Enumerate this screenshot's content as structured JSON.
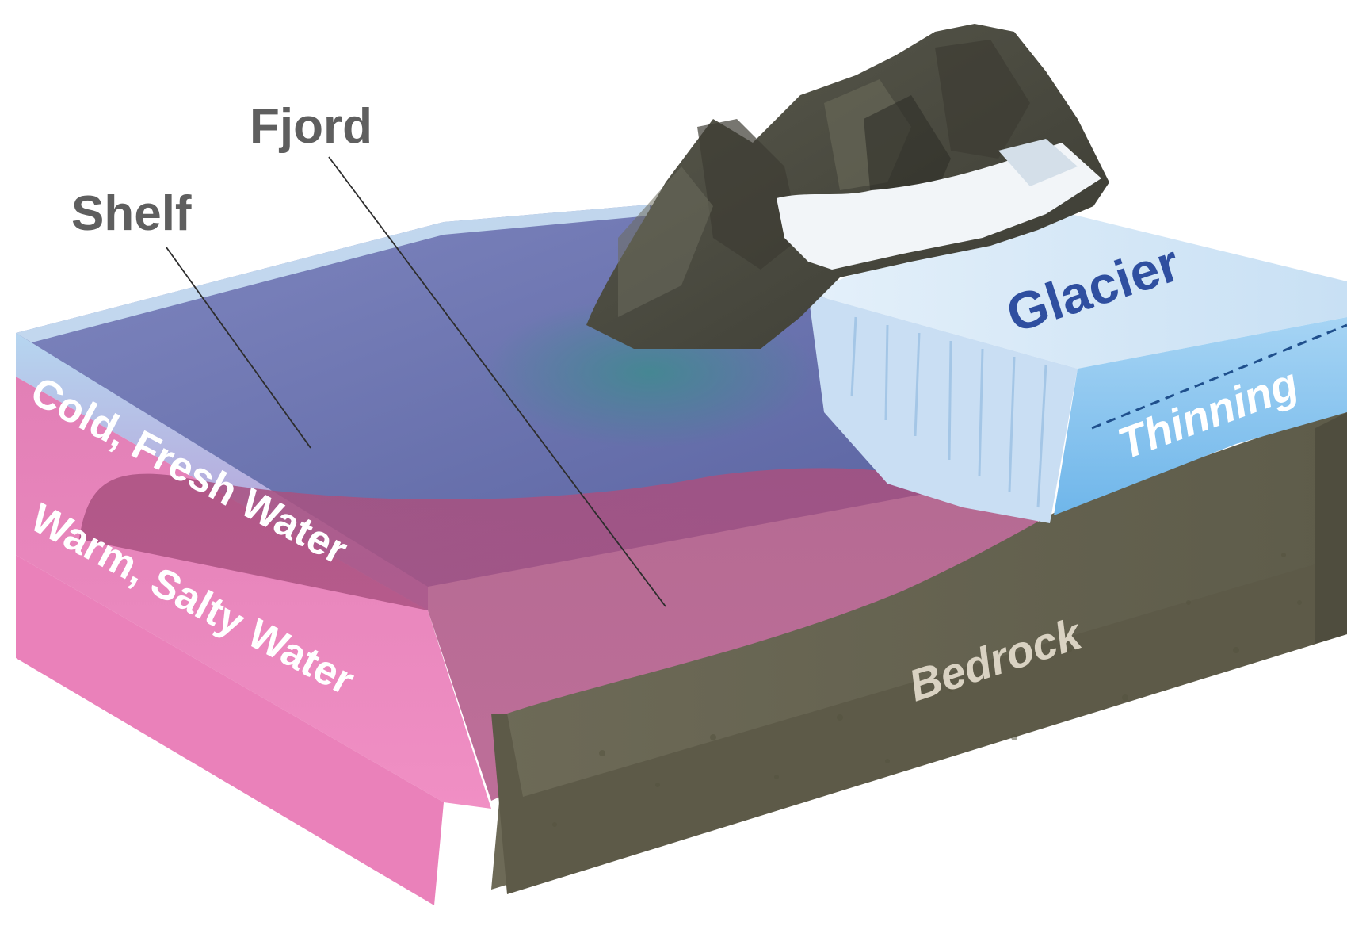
{
  "diagram": {
    "labels": {
      "fjord": "Fjord",
      "shelf": "Shelf",
      "glacier": "Glacier",
      "thinning": "Thinning",
      "cold_water": "Cold, Fresh Water",
      "warm_water": "Warm, Salty Water",
      "bedrock": "Bedrock"
    },
    "colors": {
      "callout_text": "#5f5f5f",
      "glacier_text": "#2f4fa0",
      "layer_text": "#ffffff",
      "bedrock_text": "#d9d2c2",
      "cold_water": "#5b6aa6",
      "warm_water": "#c2407e",
      "warm_front": "#f08cc0",
      "ice": "#d6e8f7",
      "ice_front": "#8cc6ee",
      "bedrock": "#6e6b58",
      "mountain": "#4b4a40"
    }
  }
}
